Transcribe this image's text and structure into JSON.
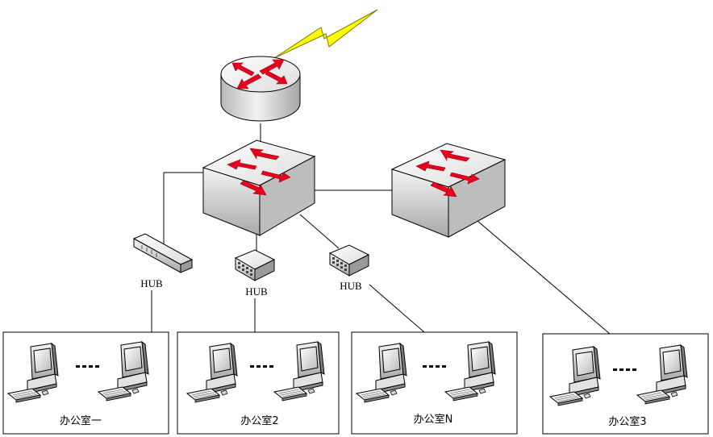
{
  "hubs": [
    {
      "label": "HUB"
    },
    {
      "label": "HUB"
    },
    {
      "label": "HUB"
    }
  ],
  "offices": [
    {
      "label": "办公室一"
    },
    {
      "label": "办公室2"
    },
    {
      "label": "办公室N"
    },
    {
      "label": "办公室3"
    }
  ],
  "colors": {
    "arrow": "#e8001c",
    "lightning": "#ffff00",
    "device_body": "#d4d4d4",
    "line": "#000000"
  }
}
